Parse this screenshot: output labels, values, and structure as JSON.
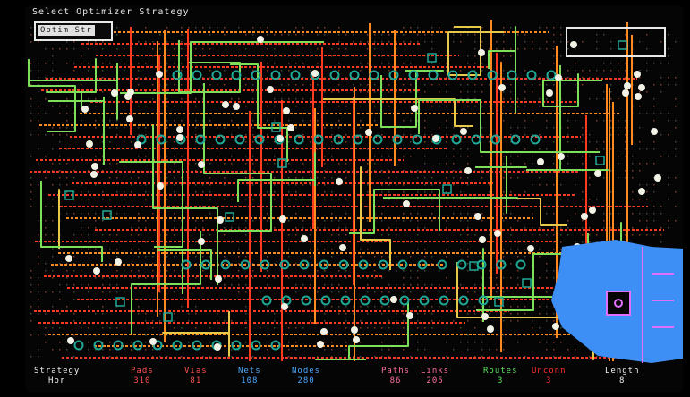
{
  "window": {
    "title": "Select Optimizer Strategy"
  },
  "menu": {
    "option_label": "Optim Str"
  },
  "status_bar": [
    {
      "label": "Strategy",
      "value": "Hor",
      "color": "#f0f0f0"
    },
    {
      "label": "Pads",
      "value": "310",
      "color": "#ff5050"
    },
    {
      "label": "Vias",
      "value": "81",
      "color": "#ff5050"
    },
    {
      "label": "Nets",
      "value": "108",
      "color": "#4aa8ff"
    },
    {
      "label": "Nodes",
      "value": "280",
      "color": "#4aa8ff"
    },
    {
      "label": "Paths",
      "value": "86",
      "color": "#ff6fa0"
    },
    {
      "label": "Links",
      "value": "205",
      "color": "#ff6fa0"
    },
    {
      "label": "Routes",
      "value": "3",
      "color": "#5ce65c"
    },
    {
      "label": "Unconn",
      "value": "3",
      "color": "#ff3030"
    },
    {
      "label": "Length",
      "value": "8",
      "color": "#f0f0f0"
    }
  ],
  "colors": {
    "trace_red": "#ff3b1f",
    "trace_orange": "#ff8a1f",
    "trace_green": "#7ee05a",
    "pad_teal": "#1fa896",
    "via_white": "#f2f2e6",
    "highlight_blue": "#3d8ef5",
    "highlight_magenta": "#e070ff"
  }
}
